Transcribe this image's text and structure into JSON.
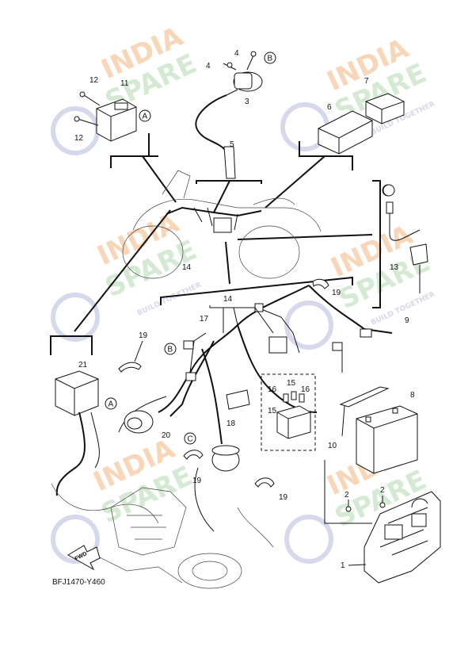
{
  "diagram": {
    "code": "BFJ1470-Y460",
    "fwd_label": "FWD",
    "callouts": {
      "c1": "1",
      "c2a": "2",
      "c2b": "2",
      "c3": "3",
      "c4a": "4",
      "c4b": "4",
      "c5": "5",
      "c6": "6",
      "c7": "7",
      "c8": "8",
      "c9": "9",
      "c10": "10",
      "c11": "11",
      "c12a": "12",
      "c12b": "12",
      "c13": "13",
      "c14a": "14",
      "c14b": "14",
      "c15a": "15",
      "c15b": "15",
      "c16a": "16",
      "c16b": "16",
      "c17": "17",
      "c18": "18",
      "c19a": "19",
      "c19b": "19",
      "c19c": "19",
      "c19d": "19",
      "c20": "20",
      "c21": "21"
    },
    "refs": {
      "a1": "A",
      "a2": "A",
      "b1": "B",
      "b2": "B",
      "c1": "C",
      "c2": "C"
    },
    "colors": {
      "line": "#111111",
      "watermark_orange": "#f6c9a0",
      "watermark_green": "#c6e3c4",
      "watermark_blue": "#c9cbe6"
    }
  },
  "watermark": {
    "line1": "INDIA",
    "line2": "SPARE",
    "tagline": "BUILD TOGETHER"
  }
}
